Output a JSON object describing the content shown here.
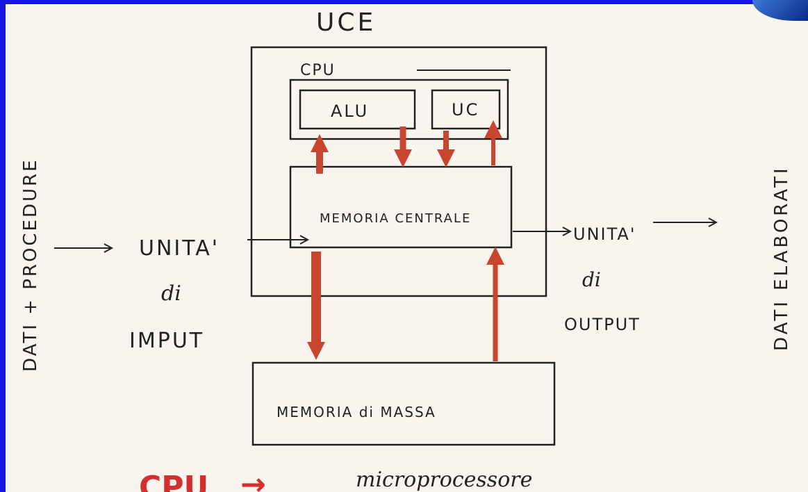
{
  "diagram": {
    "uce_label": "UCE",
    "cpu_label": "CPU",
    "alu_label": "ALU",
    "uc_label": "UC",
    "memoria_centrale_label": "MEMORIA CENTRALE",
    "memoria_massa_label": "MEMORIA di MASSA",
    "input_unit": {
      "line1": "UNITA'",
      "line2": "di",
      "line3": "IMPUT"
    },
    "output_unit": {
      "line1": "UNITA'",
      "line2": "di",
      "line3": "OUTPUT"
    },
    "left_vertical_label": "DATI + PROCEDURE",
    "right_vertical_label": "DATI ELABORATI",
    "footer": {
      "term": "CPU",
      "arrow": "→",
      "definition": "microprocessore"
    },
    "colors": {
      "ink": "#222222",
      "red_arrow": "#c8452e",
      "background": "#1418e0",
      "paper": "#f7f5ee"
    }
  }
}
